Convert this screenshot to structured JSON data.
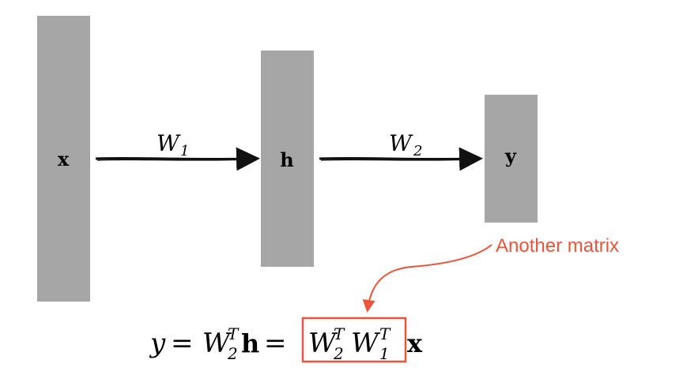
{
  "layers": {
    "input_label": "x",
    "hidden_label": "h",
    "output_label": "y"
  },
  "weights": {
    "w1_base": "W",
    "w1_sub": "1",
    "w2_base": "W",
    "w2_sub": "2"
  },
  "annotation": {
    "text": "Another matrix"
  },
  "equation": {
    "lhs": "y",
    "eq1": "=",
    "t1_base": "W",
    "t1_sub": "2",
    "t1_sup": "T",
    "t1_h": "h",
    "eq2": "=",
    "box_a_base": "W",
    "box_a_sub": "2",
    "box_a_sup": "T",
    "box_b_base": "W",
    "box_b_sub": "1",
    "box_b_sup": "T",
    "tail_x": "x"
  },
  "colors": {
    "layer_fill": "#a6a6a6",
    "arrow": "#111111",
    "annotation": "#e8553a"
  }
}
